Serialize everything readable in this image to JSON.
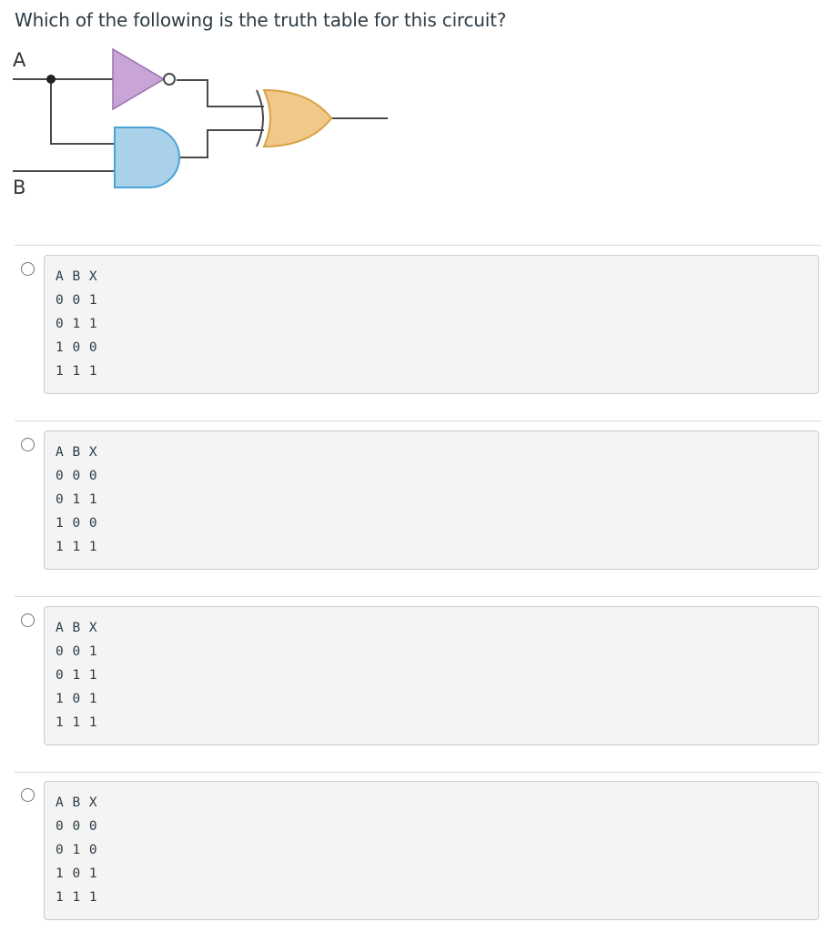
{
  "question": {
    "text": "Which of the following is the truth table for this circuit?"
  },
  "circuit": {
    "input_a": "A",
    "input_b": "B",
    "colors": {
      "not_gate": "#c9a4d6",
      "not_gate_stroke": "#9a72ad",
      "and_gate": "#a9d1ea",
      "and_gate_stroke": "#4aa3d4",
      "xor_gate": "#f1c88a",
      "xor_gate_stroke": "#d9a345",
      "wire": "#4a4a4a"
    }
  },
  "options": [
    {
      "rows": [
        "A B X",
        "0 0 1",
        "0 1 1",
        "1 0 0",
        "1 1 1"
      ]
    },
    {
      "rows": [
        "A B X",
        "0 0 0",
        "0 1 1",
        "1 0 0",
        "1 1 1"
      ]
    },
    {
      "rows": [
        "A B X",
        "0 0 1",
        "0 1 1",
        "1 0 1",
        "1 1 1"
      ]
    },
    {
      "rows": [
        "A B X",
        "0 0 0",
        "0 1 0",
        "1 0 1",
        "1 1 1"
      ]
    }
  ]
}
